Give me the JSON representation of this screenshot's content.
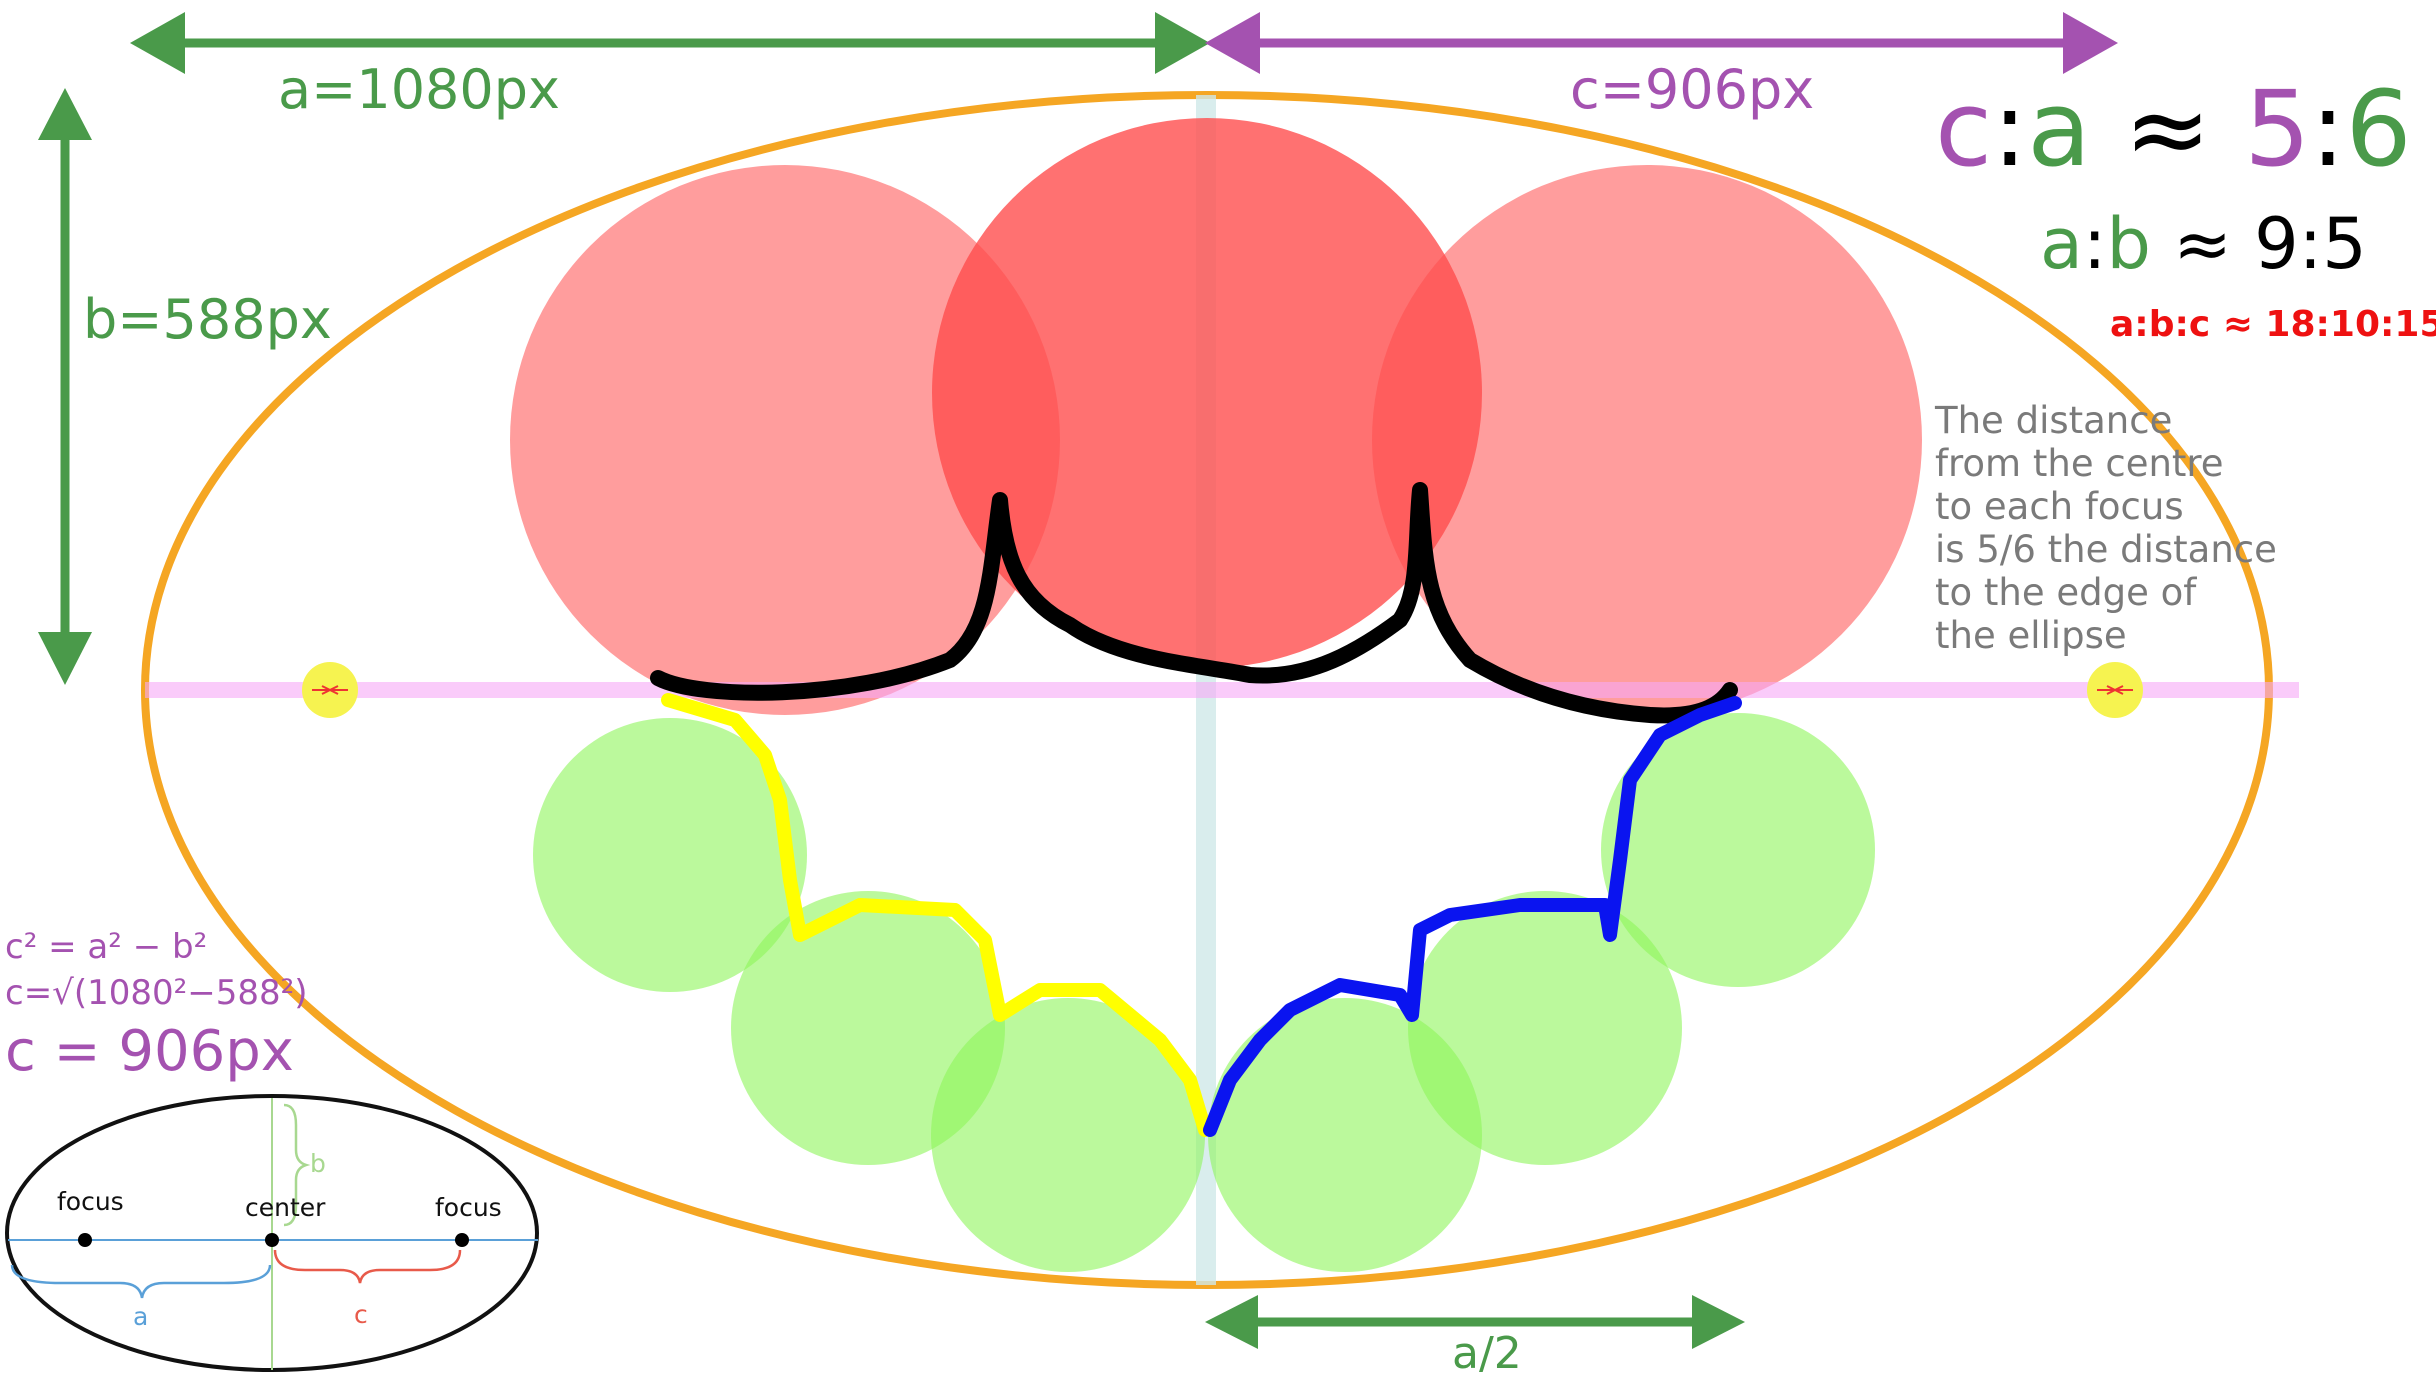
{
  "dimensions": {
    "a_label": "a=1080px",
    "c_label": "c=906px",
    "b_label": "b=588px",
    "half_a_label": "a/2"
  },
  "ratios": {
    "ca_c": "c",
    "ca_colon1": ":",
    "ca_a": "a",
    "ca_approx": " ≈ ",
    "ca_5": "5",
    "ca_colon2": ":",
    "ca_6": "6",
    "ab_a": "a",
    "ab_colon": ":",
    "ab_b": "b",
    "ab_rest": " ≈ 9:5",
    "abc": "a:b:c ≈ 18:10:15"
  },
  "explanation": [
    "The distance",
    "from the centre",
    "to each focus",
    "is 5/6 the distance",
    "to the edge of",
    "the ellipse"
  ],
  "formula": {
    "line1": "c² = a² − b²",
    "line2": "c=√(1080²−588²)",
    "result": "c = 906px"
  },
  "inset": {
    "focus_left": "focus",
    "center": "center",
    "focus_right": "focus",
    "b": "b",
    "a": "a",
    "c": "c"
  },
  "colors": {
    "green": "#4a9a4a",
    "purple": "#a452b0",
    "red_text": "#ee1111",
    "orange": "#f5a623",
    "pink_axis": "#f7c6f7",
    "cyan_axis": "#cfe9e9",
    "focus_yellow": "#f6f350",
    "circle_red": "#ff4d4d",
    "circle_green": "#8ef55a",
    "stroke_black": "#000000",
    "stroke_yellow": "#ffff00",
    "stroke_blue": "#0a14f0",
    "gray_text": "#7a7a7a",
    "inset_blue": "#5aa0d8",
    "inset_red": "#e85a4a",
    "inset_green": "#a8d890"
  }
}
